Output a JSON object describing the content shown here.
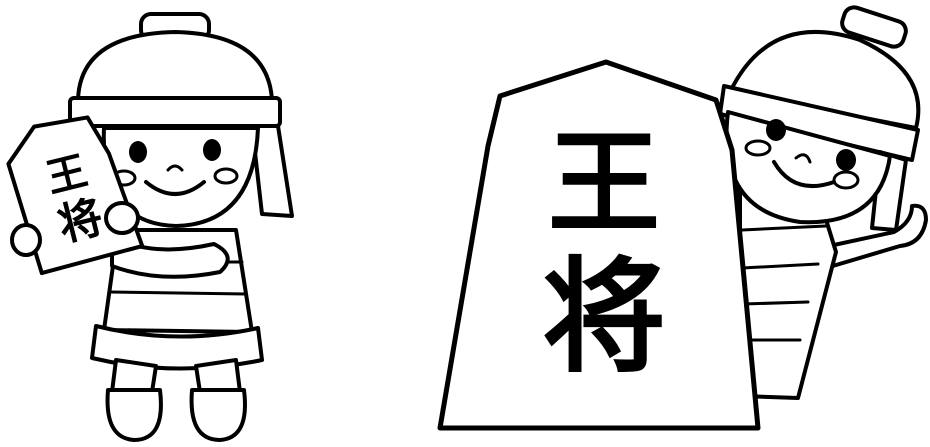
{
  "illustration": {
    "large_piece": {
      "top_char": "王",
      "bottom_char": "将"
    },
    "small_piece": {
      "top_char": "王",
      "bottom_char": "将"
    }
  },
  "colors": {
    "line": "#000000",
    "fill": "#ffffff"
  },
  "icons": [
    "shogi-piece-icon",
    "child-character-icon"
  ]
}
